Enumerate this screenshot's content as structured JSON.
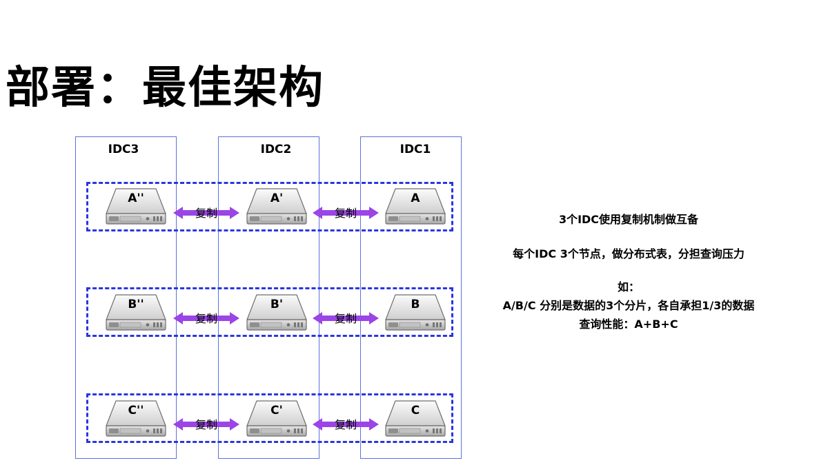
{
  "title": "部署：最佳架构",
  "idcs": [
    "IDC3",
    "IDC2",
    "IDC1"
  ],
  "replication_label": "复制",
  "rows": [
    {
      "servers": [
        "A''",
        "A'",
        "A"
      ]
    },
    {
      "servers": [
        "B''",
        "B'",
        "B"
      ]
    },
    {
      "servers": [
        "C''",
        "C'",
        "C"
      ]
    }
  ],
  "notes": {
    "line1": "3个IDC使用复制机制做互备",
    "line2": "每个IDC 3个节点，做分布式表，分担查询压力",
    "line3": "如：",
    "line4": "A/B/C 分别是数据的3个分片，各自承担1/3的数据",
    "line5": "查询性能：A+B+C"
  },
  "colors": {
    "idc_border": "#5a70e0",
    "shard_border": "#2a35e0",
    "arrow": "#9b45e6"
  }
}
